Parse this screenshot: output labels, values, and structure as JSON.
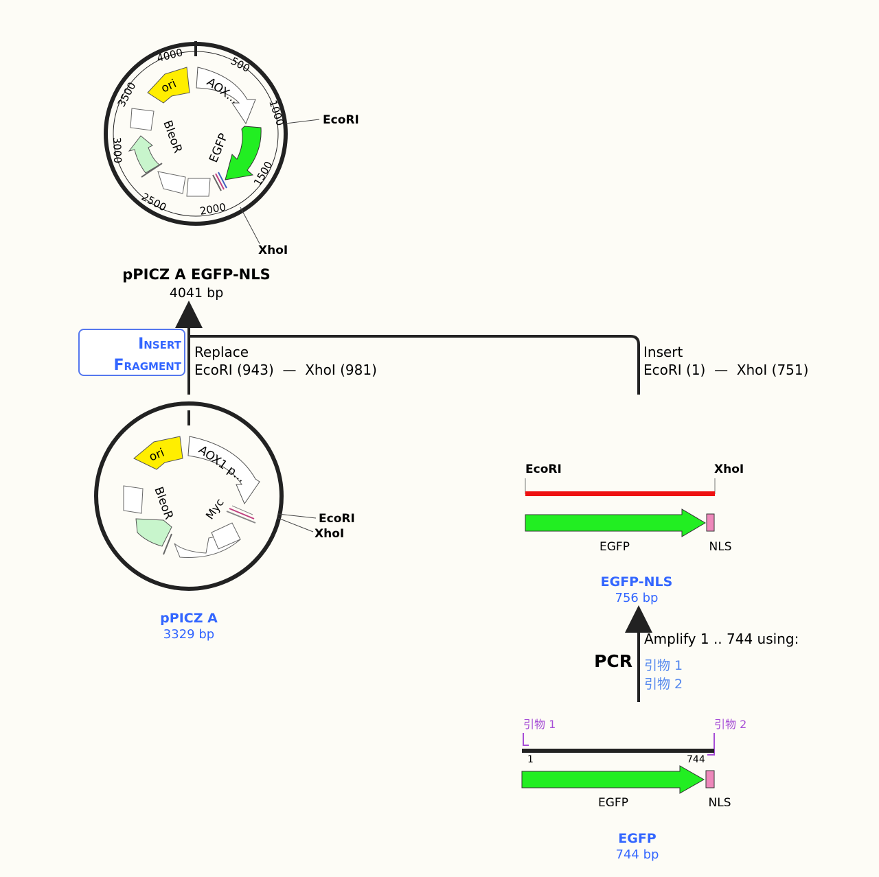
{
  "product": {
    "name": "pPICZ A EGFP-NLS",
    "size": "4041 bp",
    "ticks": [
      "500",
      "1000",
      "1500",
      "2000",
      "2500",
      "3000",
      "3500",
      "4000"
    ],
    "features": [
      "ori",
      "AOX...",
      "EGFP",
      "BleoR"
    ],
    "sites": [
      "EcoRI",
      "XhoI"
    ]
  },
  "vector": {
    "name": "pPICZ A",
    "size": "3329 bp",
    "features": [
      "ori",
      "AOX1 p...",
      "Myc",
      "BleoR"
    ],
    "sites": [
      "EcoRI",
      "XhoI"
    ]
  },
  "operation": {
    "button_line1": "Insert",
    "button_line2": "Fragment",
    "replace_label": "Replace",
    "replace_range": "EcoRI (943)  —  XhoI (981)",
    "insert_label": "Insert",
    "insert_range": "EcoRI (1)  —  XhoI (751)"
  },
  "fragment": {
    "name": "EGFP-NLS",
    "size": "756 bp",
    "left_site": "EcoRI",
    "right_site": "XhoI",
    "feature1": "EGFP",
    "feature2": "NLS"
  },
  "pcr": {
    "label": "PCR",
    "description": "Amplify 1 .. 744 using:",
    "primer1": "引物 1",
    "primer2": "引物 2"
  },
  "template": {
    "name": "EGFP",
    "size": "744 bp",
    "primer1": "引物 1",
    "primer2": "引物 2",
    "start": "1",
    "end": "744",
    "feature1": "EGFP",
    "feature2": "NLS"
  },
  "colors": {
    "background": "#fdfcf6",
    "accent_blue": "#3366ff",
    "primer_purple": "#a64dd6",
    "egfp_green": "#22ee22",
    "ori_yellow": "#ffee00",
    "bleo_green": "#c8f5cc",
    "nls_pink": "#ee88bb",
    "fragment_red": "#ee1111"
  }
}
